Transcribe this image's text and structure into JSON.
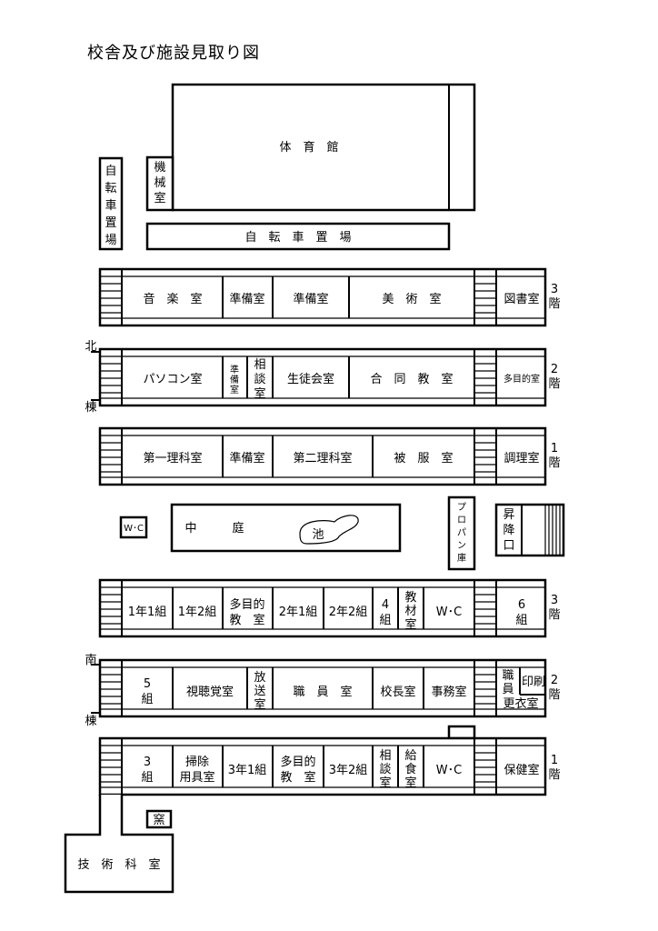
{
  "title": "校舎及び施設見取り図",
  "gym": {
    "label": "体　育　館"
  },
  "machine_room": [
    "機",
    "械",
    "室"
  ],
  "bicycle_vertical": [
    "自",
    "転",
    "車",
    "置",
    "場"
  ],
  "bicycle_horizontal": "自　転　車　置　場",
  "north_wing": {
    "label": [
      "北",
      "棟"
    ]
  },
  "south_wing": {
    "label": [
      "南",
      "棟"
    ]
  },
  "floor_labels": {
    "n3": [
      "3",
      "階"
    ],
    "n2": [
      "2",
      "階"
    ],
    "n1": [
      "1",
      "階"
    ],
    "s3": [
      "3",
      "階"
    ],
    "s2": [
      "2",
      "階"
    ],
    "s1": [
      "1",
      "階"
    ]
  },
  "rooms": {
    "n3_music": "音　楽　室",
    "n3_prep1": "準備室",
    "n3_prep2": "準備室",
    "n3_art": "美　術　室",
    "n3_library": "図書室",
    "n2_pc": "パソコン室",
    "n2_prep": [
      "準",
      "備",
      "室"
    ],
    "n2_consult": [
      "相",
      "談",
      "室"
    ],
    "n2_student_council": "生徒会室",
    "n2_joint": "合　同　教　室",
    "n2_multipurpose": "多目的室",
    "n1_science1": "第一理科室",
    "n1_prep": "準備室",
    "n1_science2": "第二理科室",
    "n1_clothing": "被　服　室",
    "n1_cooking": "調理室",
    "wc_small": "W･C",
    "courtyard": "中　　　庭",
    "pond": "池",
    "propane": [
      "プ",
      "ロ",
      "パ",
      "ン",
      "庫"
    ],
    "entrance": [
      "昇",
      "降",
      "口"
    ],
    "s3_1_1": "1年1組",
    "s3_1_2": "1年2組",
    "s3_multi": [
      "多目的",
      "教　室"
    ],
    "s3_2_1": "2年1組",
    "s3_2_2": "2年2組",
    "s3_4": [
      "4",
      "組"
    ],
    "s3_material": [
      "教",
      "材",
      "室"
    ],
    "s3_wc": "W･C",
    "s3_6": [
      "6",
      "組"
    ],
    "s2_5": [
      "5",
      "組"
    ],
    "s2_av": "視聴覚室",
    "s2_broadcast": [
      "放",
      "送",
      "室"
    ],
    "s2_staff": "職　員　室",
    "s2_principal": "校長室",
    "s2_office": "事務室",
    "s2_staff_small": [
      "職",
      "員"
    ],
    "s2_print": "印刷",
    "s2_changing": "更衣室",
    "s1_3": [
      "3",
      "組"
    ],
    "s1_cleaning": [
      "掃除",
      "用具室"
    ],
    "s1_3_1": "3年1組",
    "s1_multi": [
      "多目的",
      "教　室"
    ],
    "s1_3_2": "3年2組",
    "s1_consult": [
      "相",
      "談",
      "室"
    ],
    "s1_kitchen": [
      "給",
      "食",
      "室"
    ],
    "s1_wc": "W･C",
    "s1_health": "保健室",
    "kiln": "窯",
    "tech": "技　術　科　室"
  }
}
